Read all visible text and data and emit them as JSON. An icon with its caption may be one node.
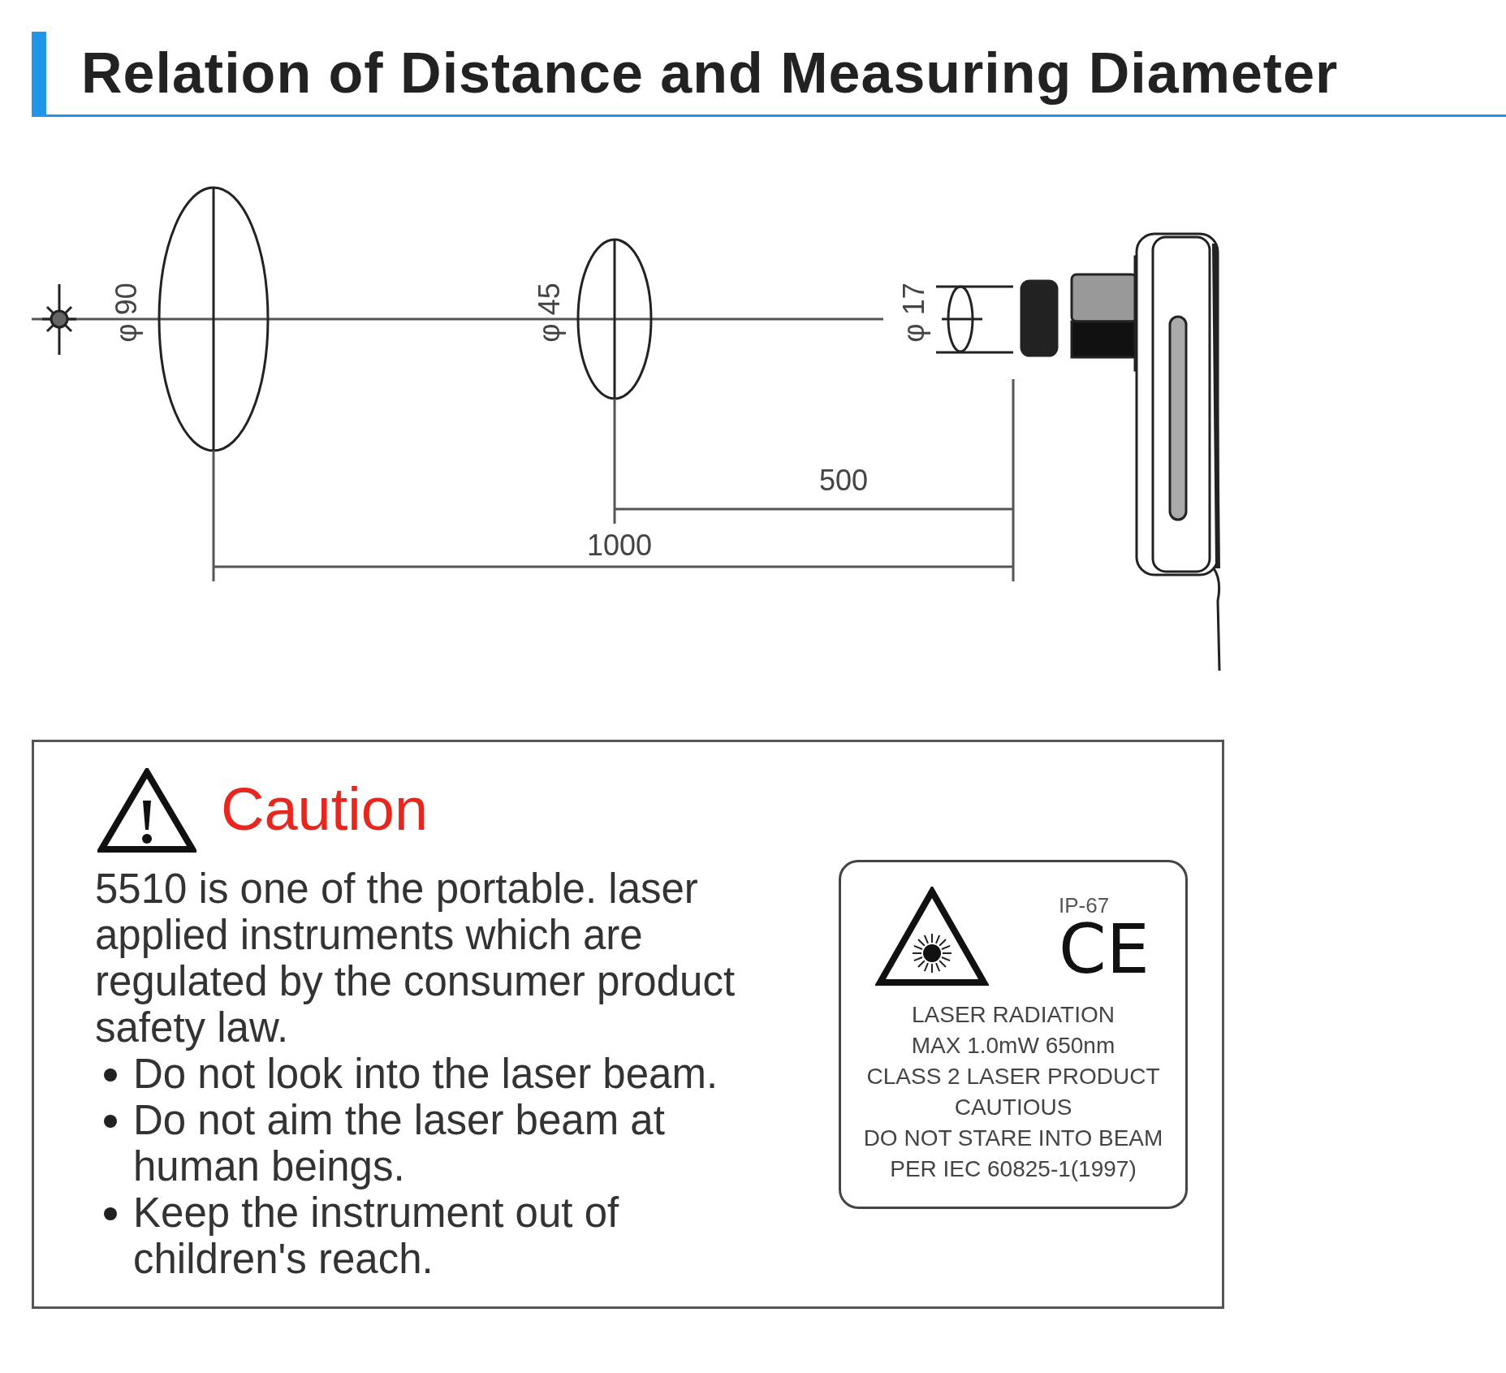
{
  "diagram": {
    "title": "Relation of Distance and Measuring Diameter",
    "nodes": [
      {
        "text": [
          "Caution",
          "5510 is one of the portable. laser applied instruments which are regulated by the consumer product safety law.",
          "Do not look into the laser beam.",
          "Do not aim the laser beam at human beings.",
          "Keep the instrument out of children's reach."
        ]
      },
      {
        "text": [
          "IP-67",
          "CE",
          "LASER RADIATION",
          "MAX 1.0mW 650nm",
          "CLASS 2 LASER PRODUCT",
          "CAUTIOUS",
          "DO NOT STARE INTO BEAM",
          "PER IEC 60825-1(1997)"
        ],
        "in": 0
      }
    ],
    "edges": [],
    "labels": [
      "φ 90",
      "φ 45",
      "φ 17",
      "500",
      "1000"
    ]
  }
}
